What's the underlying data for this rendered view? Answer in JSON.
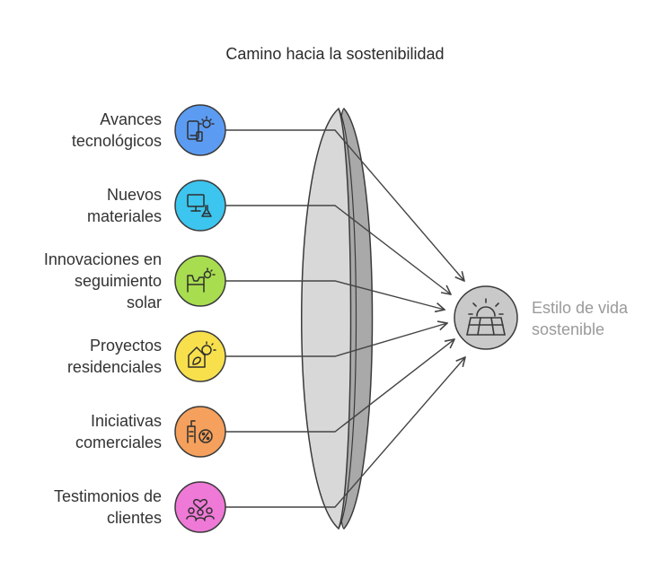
{
  "title": "Camino hacia la sostenibilidad",
  "inputs": [
    {
      "lines": [
        "Avances",
        "tecnológicos"
      ],
      "color": "#5b9cf2",
      "icon": "phone-sun-icon"
    },
    {
      "lines": [
        "Nuevos",
        "materiales"
      ],
      "color": "#3cc5ee",
      "icon": "computer-flask-icon"
    },
    {
      "lines": [
        "Innovaciones en",
        "seguimiento",
        "solar"
      ],
      "color": "#a8dd4f",
      "icon": "solar-tracking-icon"
    },
    {
      "lines": [
        "Proyectos",
        "residenciales"
      ],
      "color": "#f8e04d",
      "icon": "house-leaf-sun-icon"
    },
    {
      "lines": [
        "Iniciativas",
        "comerciales"
      ],
      "color": "#f5a05c",
      "icon": "building-percent-icon"
    },
    {
      "lines": [
        "Testimonios de",
        "clientes"
      ],
      "color": "#ee79d6",
      "icon": "people-heart-icon"
    }
  ],
  "outcome": {
    "lines": [
      "Estilo de vida",
      "sostenible"
    ],
    "color": "#c9c9c9",
    "icon": "sunrise-field-icon"
  }
}
